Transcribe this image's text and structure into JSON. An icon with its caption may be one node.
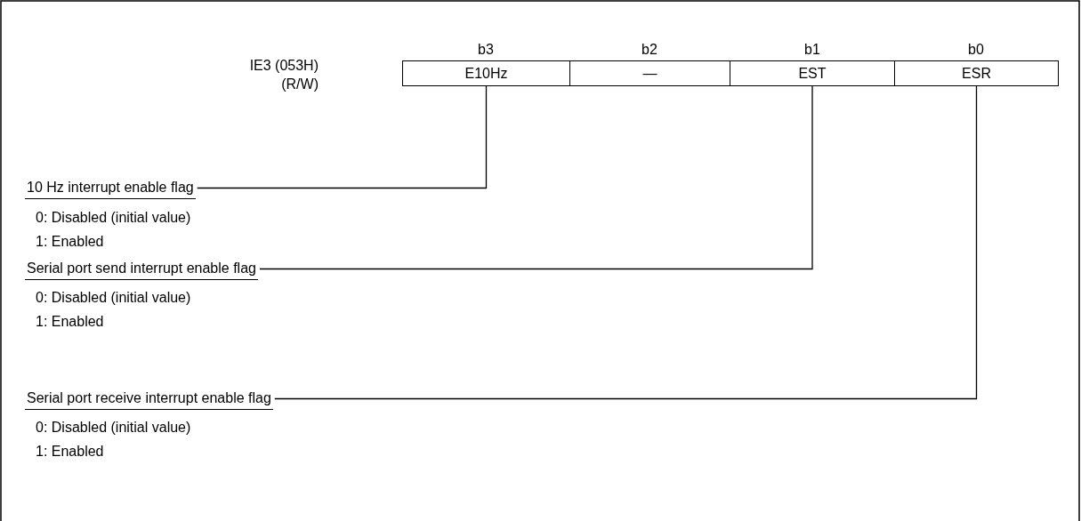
{
  "diagram": {
    "nodes": [
      {
        "text": [
          "E10Hz"
        ]
      },
      {
        "text": [
          "—"
        ]
      },
      {
        "text": [
          "EST"
        ]
      },
      {
        "text": [
          "ESR"
        ]
      },
      {
        "text": [
          "10 Hz interrupt enable flag"
        ]
      },
      {
        "text": [
          "Serial port send interrupt enable flag"
        ]
      },
      {
        "text": [
          "Serial port receive interrupt enable flag"
        ]
      }
    ],
    "edges": [
      {
        "from": 4,
        "to": 0,
        "arrow": "none"
      },
      {
        "from": 5,
        "to": 2,
        "arrow": "none"
      },
      {
        "from": 6,
        "to": 3,
        "arrow": "none"
      }
    ],
    "labels": [
      "b3",
      "b2",
      "b1",
      "b0",
      "IE3 (053H)",
      "(R/W)",
      "0: Disabled (initial value)",
      "1: Enabled",
      "0: Disabled (initial value)",
      "1: Enabled",
      "0: Disabled (initial value)",
      "1: Enabled"
    ]
  }
}
